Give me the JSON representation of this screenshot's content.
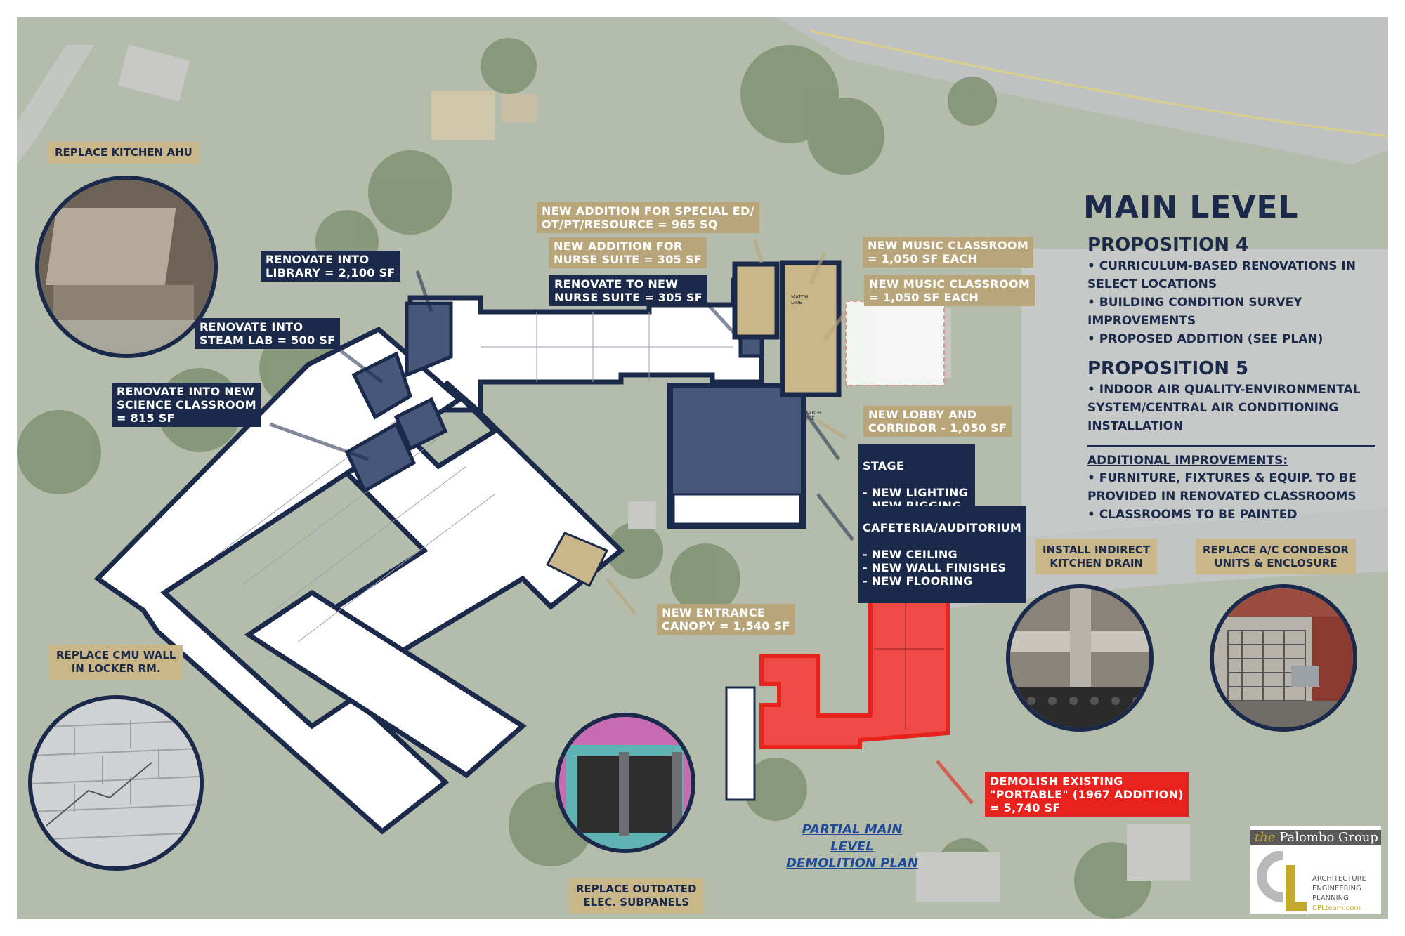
{
  "panel": {
    "title": "MAIN LEVEL",
    "prop4_heading": "PROPOSITION 4",
    "prop4_items": [
      "• CURRICULUM-BASED RENOVATIONS IN\n   SELECT LOCATIONS",
      "• BUILDING CONDITION SURVEY\n   IMPROVEMENTS",
      "• PROPOSED ADDITION (SEE PLAN)"
    ],
    "prop5_heading": "PROPOSITION 5",
    "prop5_items": [
      "• INDOOR AIR QUALITY-ENVIRONMENTAL\n   SYSTEM/CENTRAL AIR CONDITIONING\n   INSTALLATION"
    ],
    "additional_heading": "ADDITIONAL IMPROVEMENTS:",
    "additional_items": [
      "• FURNITURE, FIXTURES & EQUIP. TO BE\n   PROVIDED IN RENOVATED CLASSROOMS",
      "• CLASSROOMS TO BE PAINTED"
    ]
  },
  "plan_labels": {
    "special_ed": "NEW ADDITION FOR SPECIAL ED/\nOT/PT/RESOURCE = 965 SQ",
    "nurse_addition": "NEW ADDITION FOR\nNURSE SUITE = 305 SF",
    "nurse_renovate": "RENOVATE TO NEW\nNURSE SUITE = 305 SF",
    "music_1": "NEW MUSIC CLASSROOM\n= 1,050 SF EACH",
    "music_2": "NEW MUSIC CLASSROOM\n= 1,050 SF EACH",
    "library": "RENOVATE INTO\nLIBRARY = 2,100 SF",
    "steam": "RENOVATE INTO\nSTEAM LAB = 500 SF",
    "science": "RENOVATE INTO NEW\nSCIENCE CLASSROOM\n= 815 SF",
    "lobby": "NEW LOBBY AND\nCORRIDOR - 1,050 SF",
    "stage_title": "STAGE",
    "stage_items": "- NEW LIGHTING\n- NEW RIGGING\n- NEW CURTAINS",
    "cafeteria_title": "CAFETERIA/AUDITORIUM",
    "cafeteria_items": "- NEW CEILING\n- NEW WALL FINISHES\n- NEW FLOORING",
    "canopy": "NEW ENTRANCE\nCANOPY = 1,540 SF",
    "demolish": "DEMOLISH EXISTING\n\"PORTABLE\" (1967 ADDITION)\n= 5,740 SF",
    "demo_plan_title": "PARTIAL MAIN LEVEL\nDEMOLITION PLAN",
    "match_line_1": "MATCH\nLINE",
    "match_line_2": "MATCH\nLINE"
  },
  "photo_tags": {
    "kitchen_ahu": "REPLACE KITCHEN AHU",
    "cmu_wall": "REPLACE CMU WALL\nIN LOCKER RM.",
    "subpanels": "REPLACE OUTDATED\nELEC. SUBPANELS",
    "kitchen_drain": "INSTALL INDIRECT\nKITCHEN DRAIN",
    "condensor": "REPLACE A/C CONDESOR\nUNITS & ENCLOSURE"
  },
  "logo": {
    "the": "the",
    "name": "Palombo Group",
    "line1": "ARCHITECTURE",
    "line2": "ENGINEERING",
    "line3": "PLANNING",
    "web": "CPLteam.com"
  },
  "colors": {
    "navy": "#1b2a4b",
    "gold": "#b9a57a",
    "tag_gold": "#c9b78a",
    "demolish_red": "#e8221c",
    "renovate_fill": "#46577a"
  }
}
